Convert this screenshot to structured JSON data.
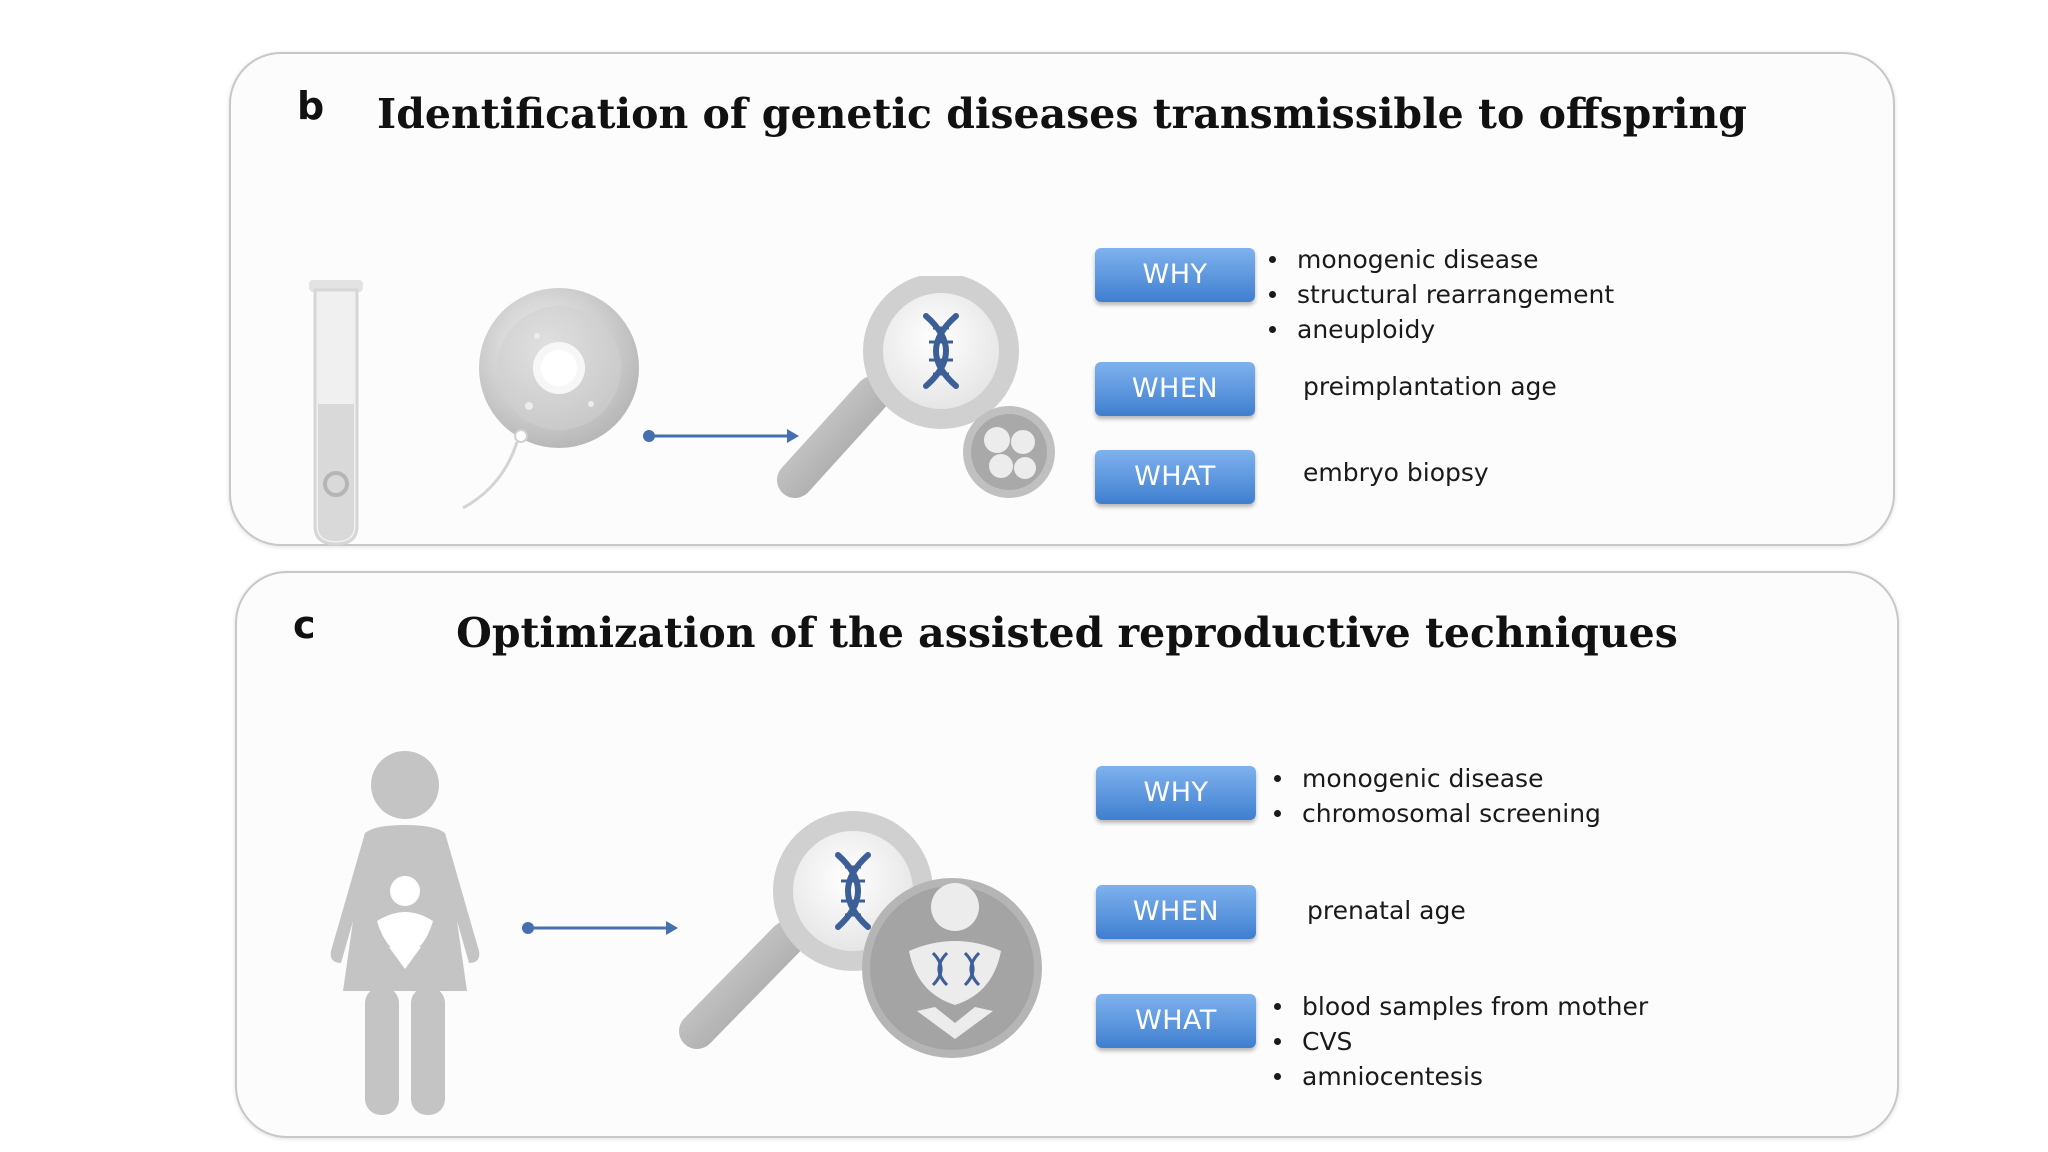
{
  "colors": {
    "tag_top": "#7fb2ee",
    "tag_bottom": "#3f7fd0",
    "arrow": "#4470b0",
    "dna": "#3b5f96",
    "figure_gray": "#c4c4c4"
  },
  "panel_b": {
    "letter": "b",
    "title": "Identification of genetic diseases transmissible to offspring",
    "icons": [
      "test-tube-icon",
      "oocyte-icon",
      "arrow-icon",
      "magnifier-dna-icon",
      "embryo-icon"
    ],
    "why_label": "WHY",
    "why_items": [
      "monogenic disease",
      "structural rearrangement",
      "aneuploidy"
    ],
    "when_label": "WHEN",
    "when_text": "preimplantation age",
    "what_label": "WHAT",
    "what_text": "embryo biopsy"
  },
  "panel_c": {
    "letter": "c",
    "title": "Optimization of the assisted reproductive techniques",
    "icons": [
      "pregnant-woman-icon",
      "arrow-icon",
      "magnifier-dna-icon",
      "fetus-icon"
    ],
    "why_label": "WHY",
    "why_items": [
      "monogenic disease",
      "chromosomal screening"
    ],
    "when_label": "WHEN",
    "when_text": "prenatal age",
    "what_label": "WHAT",
    "what_items": [
      "blood samples from mother",
      "CVS",
      "amniocentesis"
    ]
  }
}
